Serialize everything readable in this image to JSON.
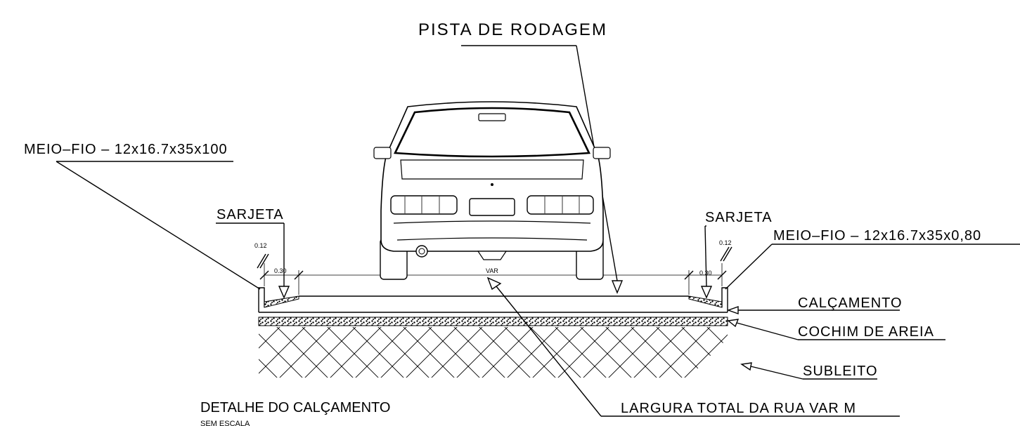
{
  "labels": {
    "pista": "PISTA DE RODAGEM",
    "meio_fio_left": "MEIO–FIO – 12x16.7x35x100",
    "meio_fio_right": "MEIO–FIO – 12x16.7x35x0,80",
    "sarjeta_left": "SARJETA",
    "sarjeta_right": "SARJETA",
    "calcamento": "CALÇAMENTO",
    "cochim": "COCHIM DE AREIA",
    "subleito": "SUBLEITO",
    "largura": "LARGURA TOTAL DA RUA VAR M",
    "title": "DETALHE DO CALÇAMENTO",
    "subtitle": "SEM ESCALA"
  },
  "dimensions": {
    "curb_left": "0.12",
    "gutter_left": "0.30",
    "total": "VAR",
    "curb_right": "0.12",
    "gutter_right": "0.30"
  }
}
